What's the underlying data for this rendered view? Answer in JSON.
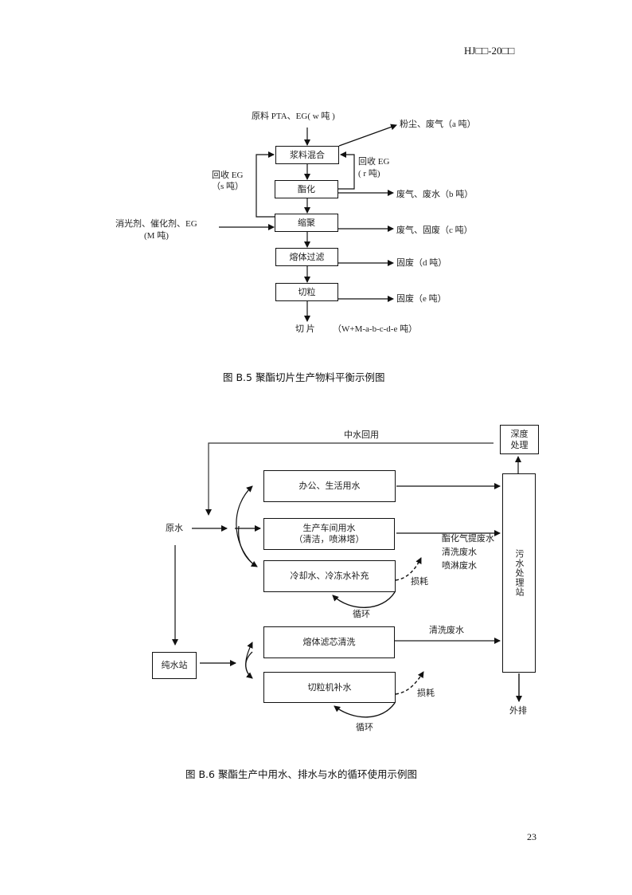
{
  "header": {
    "doc_code": "HJ□□-20□□"
  },
  "figure_b5": {
    "caption": "图 B.5   聚酯切片生产物料平衡示例图",
    "input_raw": "原料   PTA、EG( w 吨 )",
    "input_additives_line1": "消光剂、催化剂、EG",
    "input_additives_line2": "(M 吨)",
    "recycle_s_line1": "回收 EG",
    "recycle_s_line2": "（s  吨）",
    "recycle_r_line1": "回收 EG",
    "recycle_r_line2": "( r 吨)",
    "steps": [
      {
        "label": "浆料混合"
      },
      {
        "label": "酯化"
      },
      {
        "label": "缩聚"
      },
      {
        "label": "熔体过滤"
      },
      {
        "label": "切粒"
      }
    ],
    "outputs": [
      {
        "label": "粉尘、废气（a 吨）"
      },
      {
        "label": "废气、废水（b 吨）"
      },
      {
        "label": "废气、固废（c 吨）"
      },
      {
        "label": "固废（d 吨）"
      },
      {
        "label": "固废（e 吨）"
      }
    ],
    "product": "切  片",
    "product_formula": "（W+M-a-b-c-d-e  吨）"
  },
  "figure_b6": {
    "caption": "图 B.6   聚酯生产中用水、排水与水的循环使用示例图",
    "reclaimed_water": "中水回用",
    "deep_treatment_line1": "深度",
    "deep_treatment_line2": "处理",
    "raw_water": "原水",
    "pure_water_station": "纯水站",
    "office_water": "办公、生活用水",
    "workshop_water_line1": "生产车间用水",
    "workshop_water_line2": "（清洁，喷淋塔）",
    "cooling_water": "冷却水、冷冻水补充",
    "melt_filter_cleaning": "熔体滤芯清洗",
    "pelletizer_water": "切粒机补水",
    "wastewater_types": [
      "酯化气提废水",
      "清洗废水",
      "喷淋废水"
    ],
    "cleaning_wastewater": "清洗废水",
    "wastewater_station": "污水处理站",
    "loss_1": "损耗",
    "loss_2": "损耗",
    "cycle_1": "循环",
    "cycle_2": "循环",
    "discharge": "外排"
  },
  "footer": {
    "page_number": "23"
  }
}
